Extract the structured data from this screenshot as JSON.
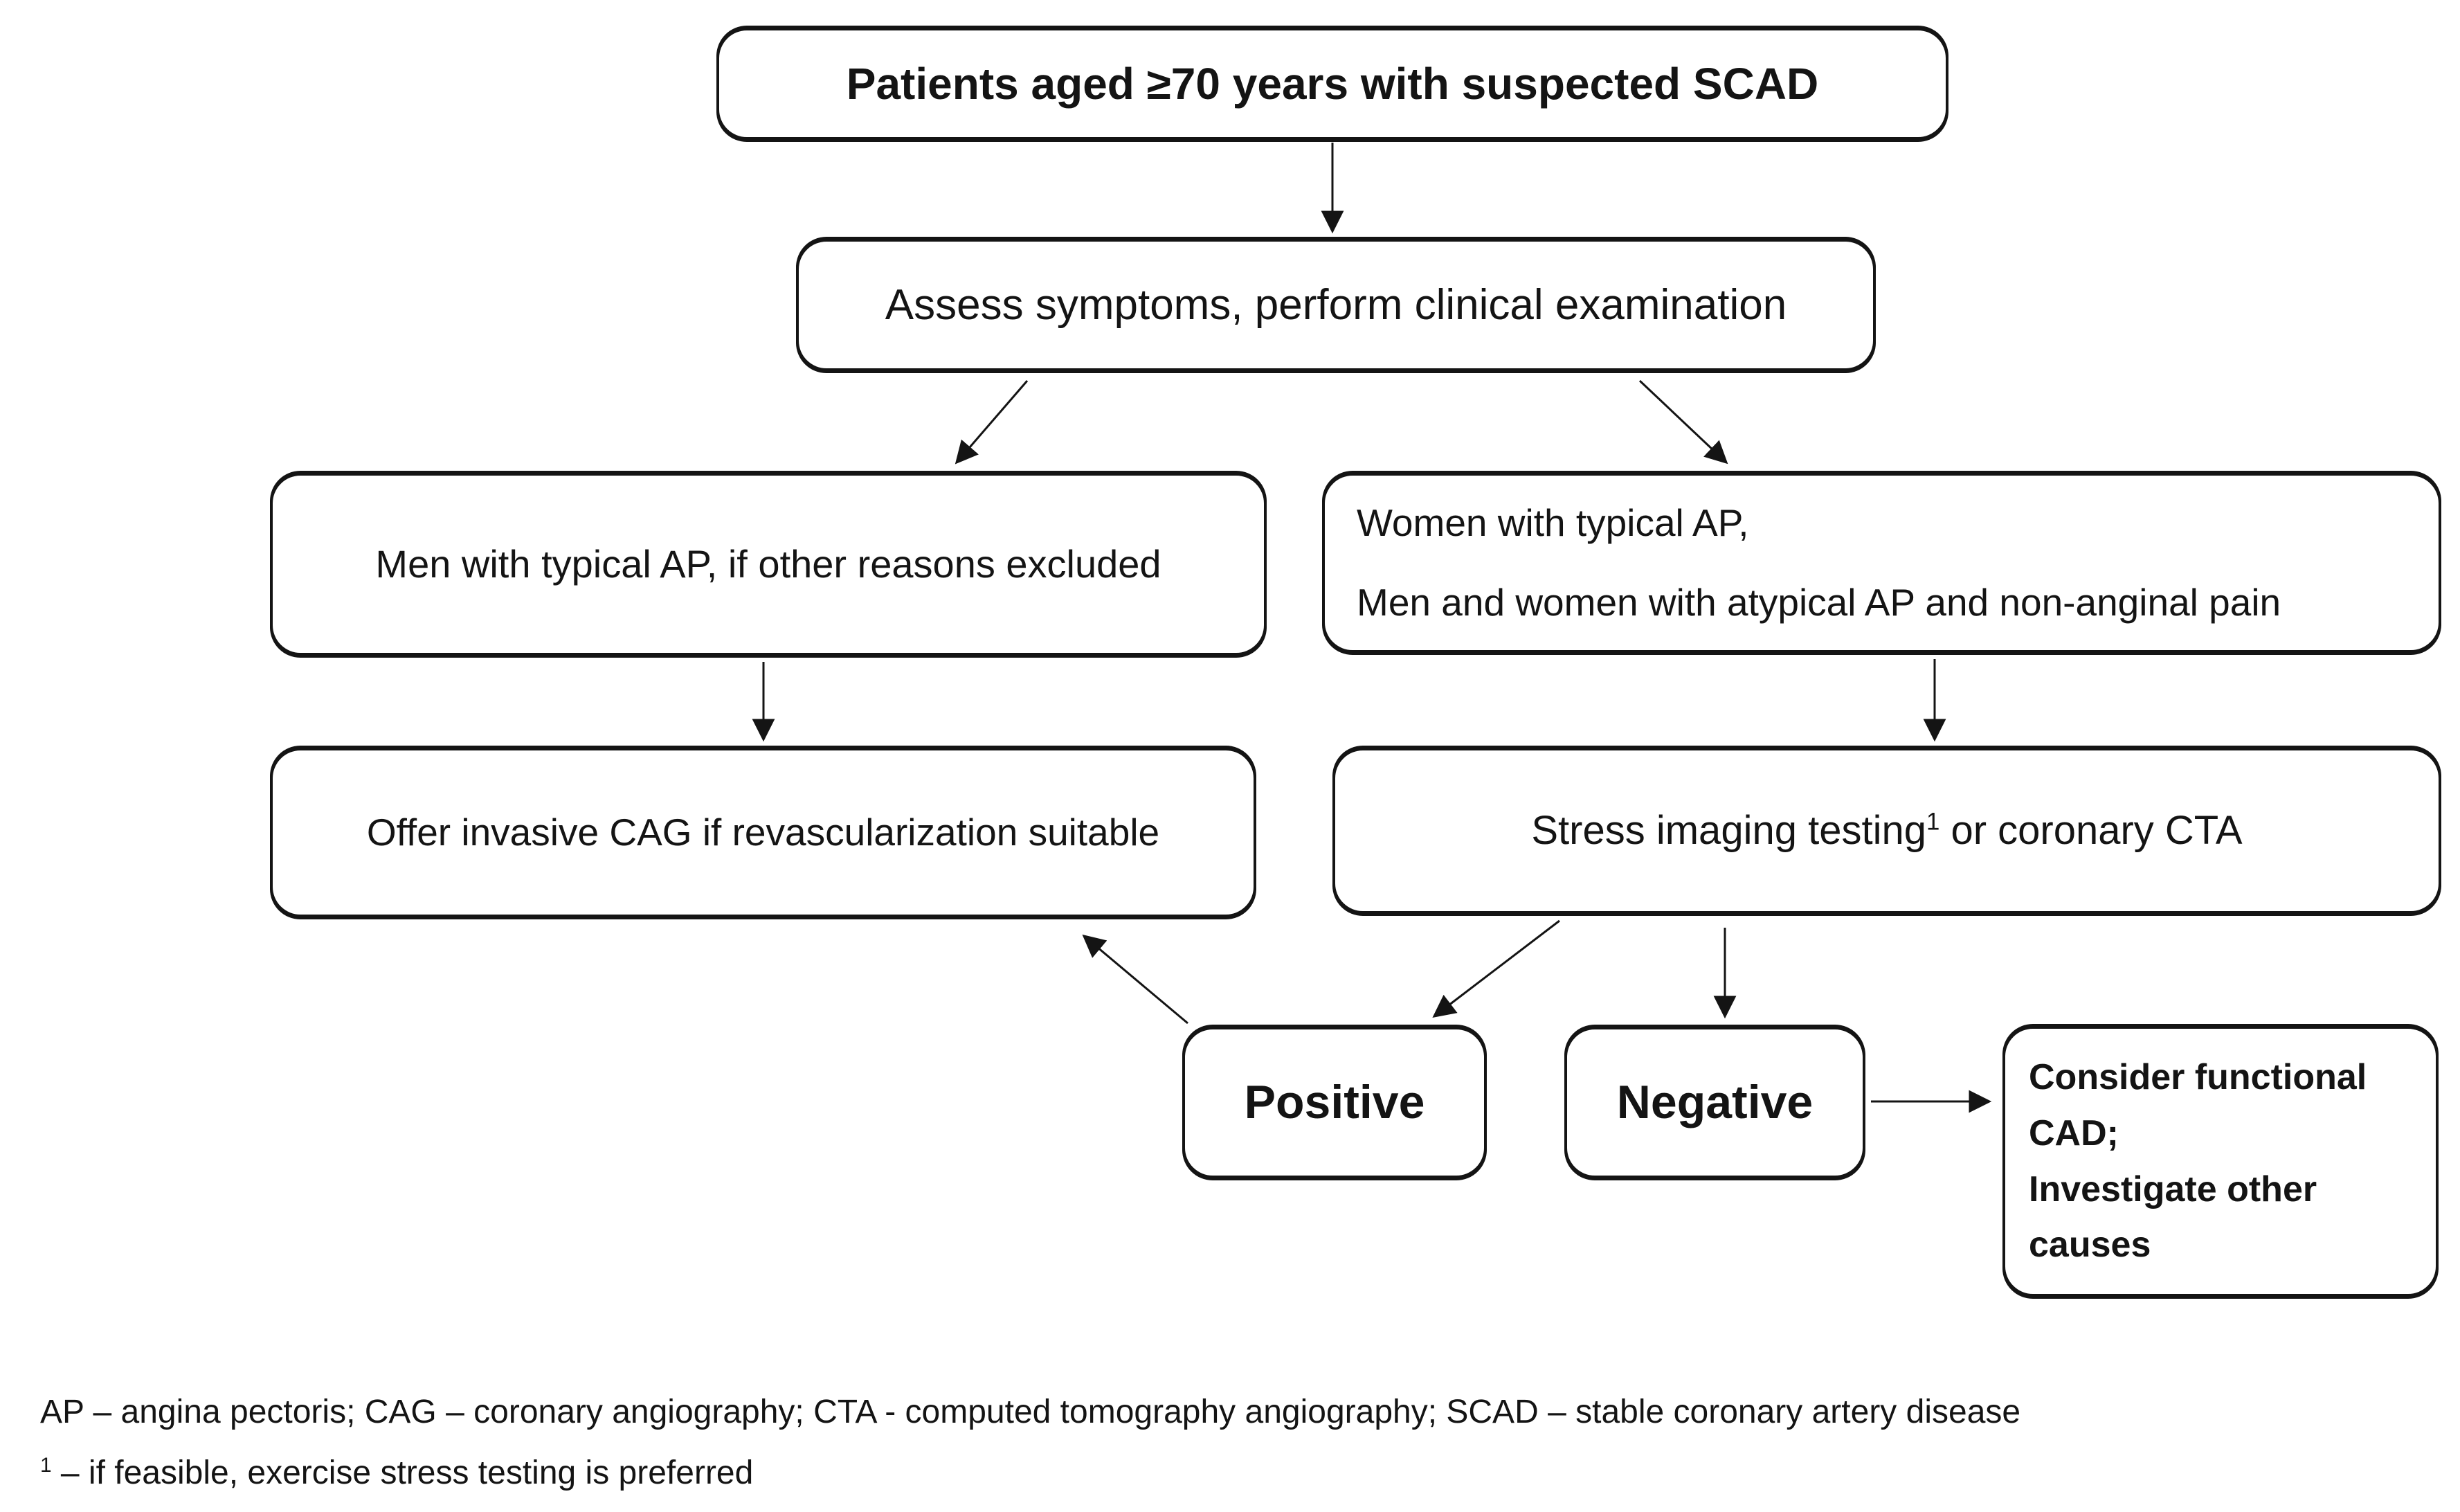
{
  "diagram": {
    "colors": {
      "box_border": "#141414",
      "box_background": "#ffffff",
      "text": "#141414",
      "arrow": "#141414",
      "page_background": "#ffffff"
    },
    "nodes": {
      "patients": {
        "text": "Patients aged ≥70 years with suspected SCAD"
      },
      "assess": {
        "text": "Assess symptoms, perform clinical examination"
      },
      "men": {
        "text": "Men with typical AP, if other reasons excluded"
      },
      "women": {
        "lines": [
          "Women with typical AP,",
          "Men and women with atypical AP and non-anginal pain"
        ]
      },
      "cag": {
        "text": "Offer invasive CAG if revascularization suitable"
      },
      "stress": {
        "text_before_sup": "Stress imaging testing",
        "sup": "1",
        "text_after_sup": " or coronary CTA"
      },
      "positive": {
        "text": "Positive"
      },
      "negative": {
        "text": "Negative"
      },
      "consider": {
        "lines": [
          "Consider functional CAD;",
          "Investigate other causes"
        ]
      }
    }
  },
  "footer": {
    "abbreviations": "AP – angina pectoris; CAG – coronary angiography; CTA - computed tomography angiography; SCAD – stable coronary artery disease",
    "footnote": {
      "sup": "1",
      "text": " – if feasible, exercise stress testing is preferred"
    }
  }
}
